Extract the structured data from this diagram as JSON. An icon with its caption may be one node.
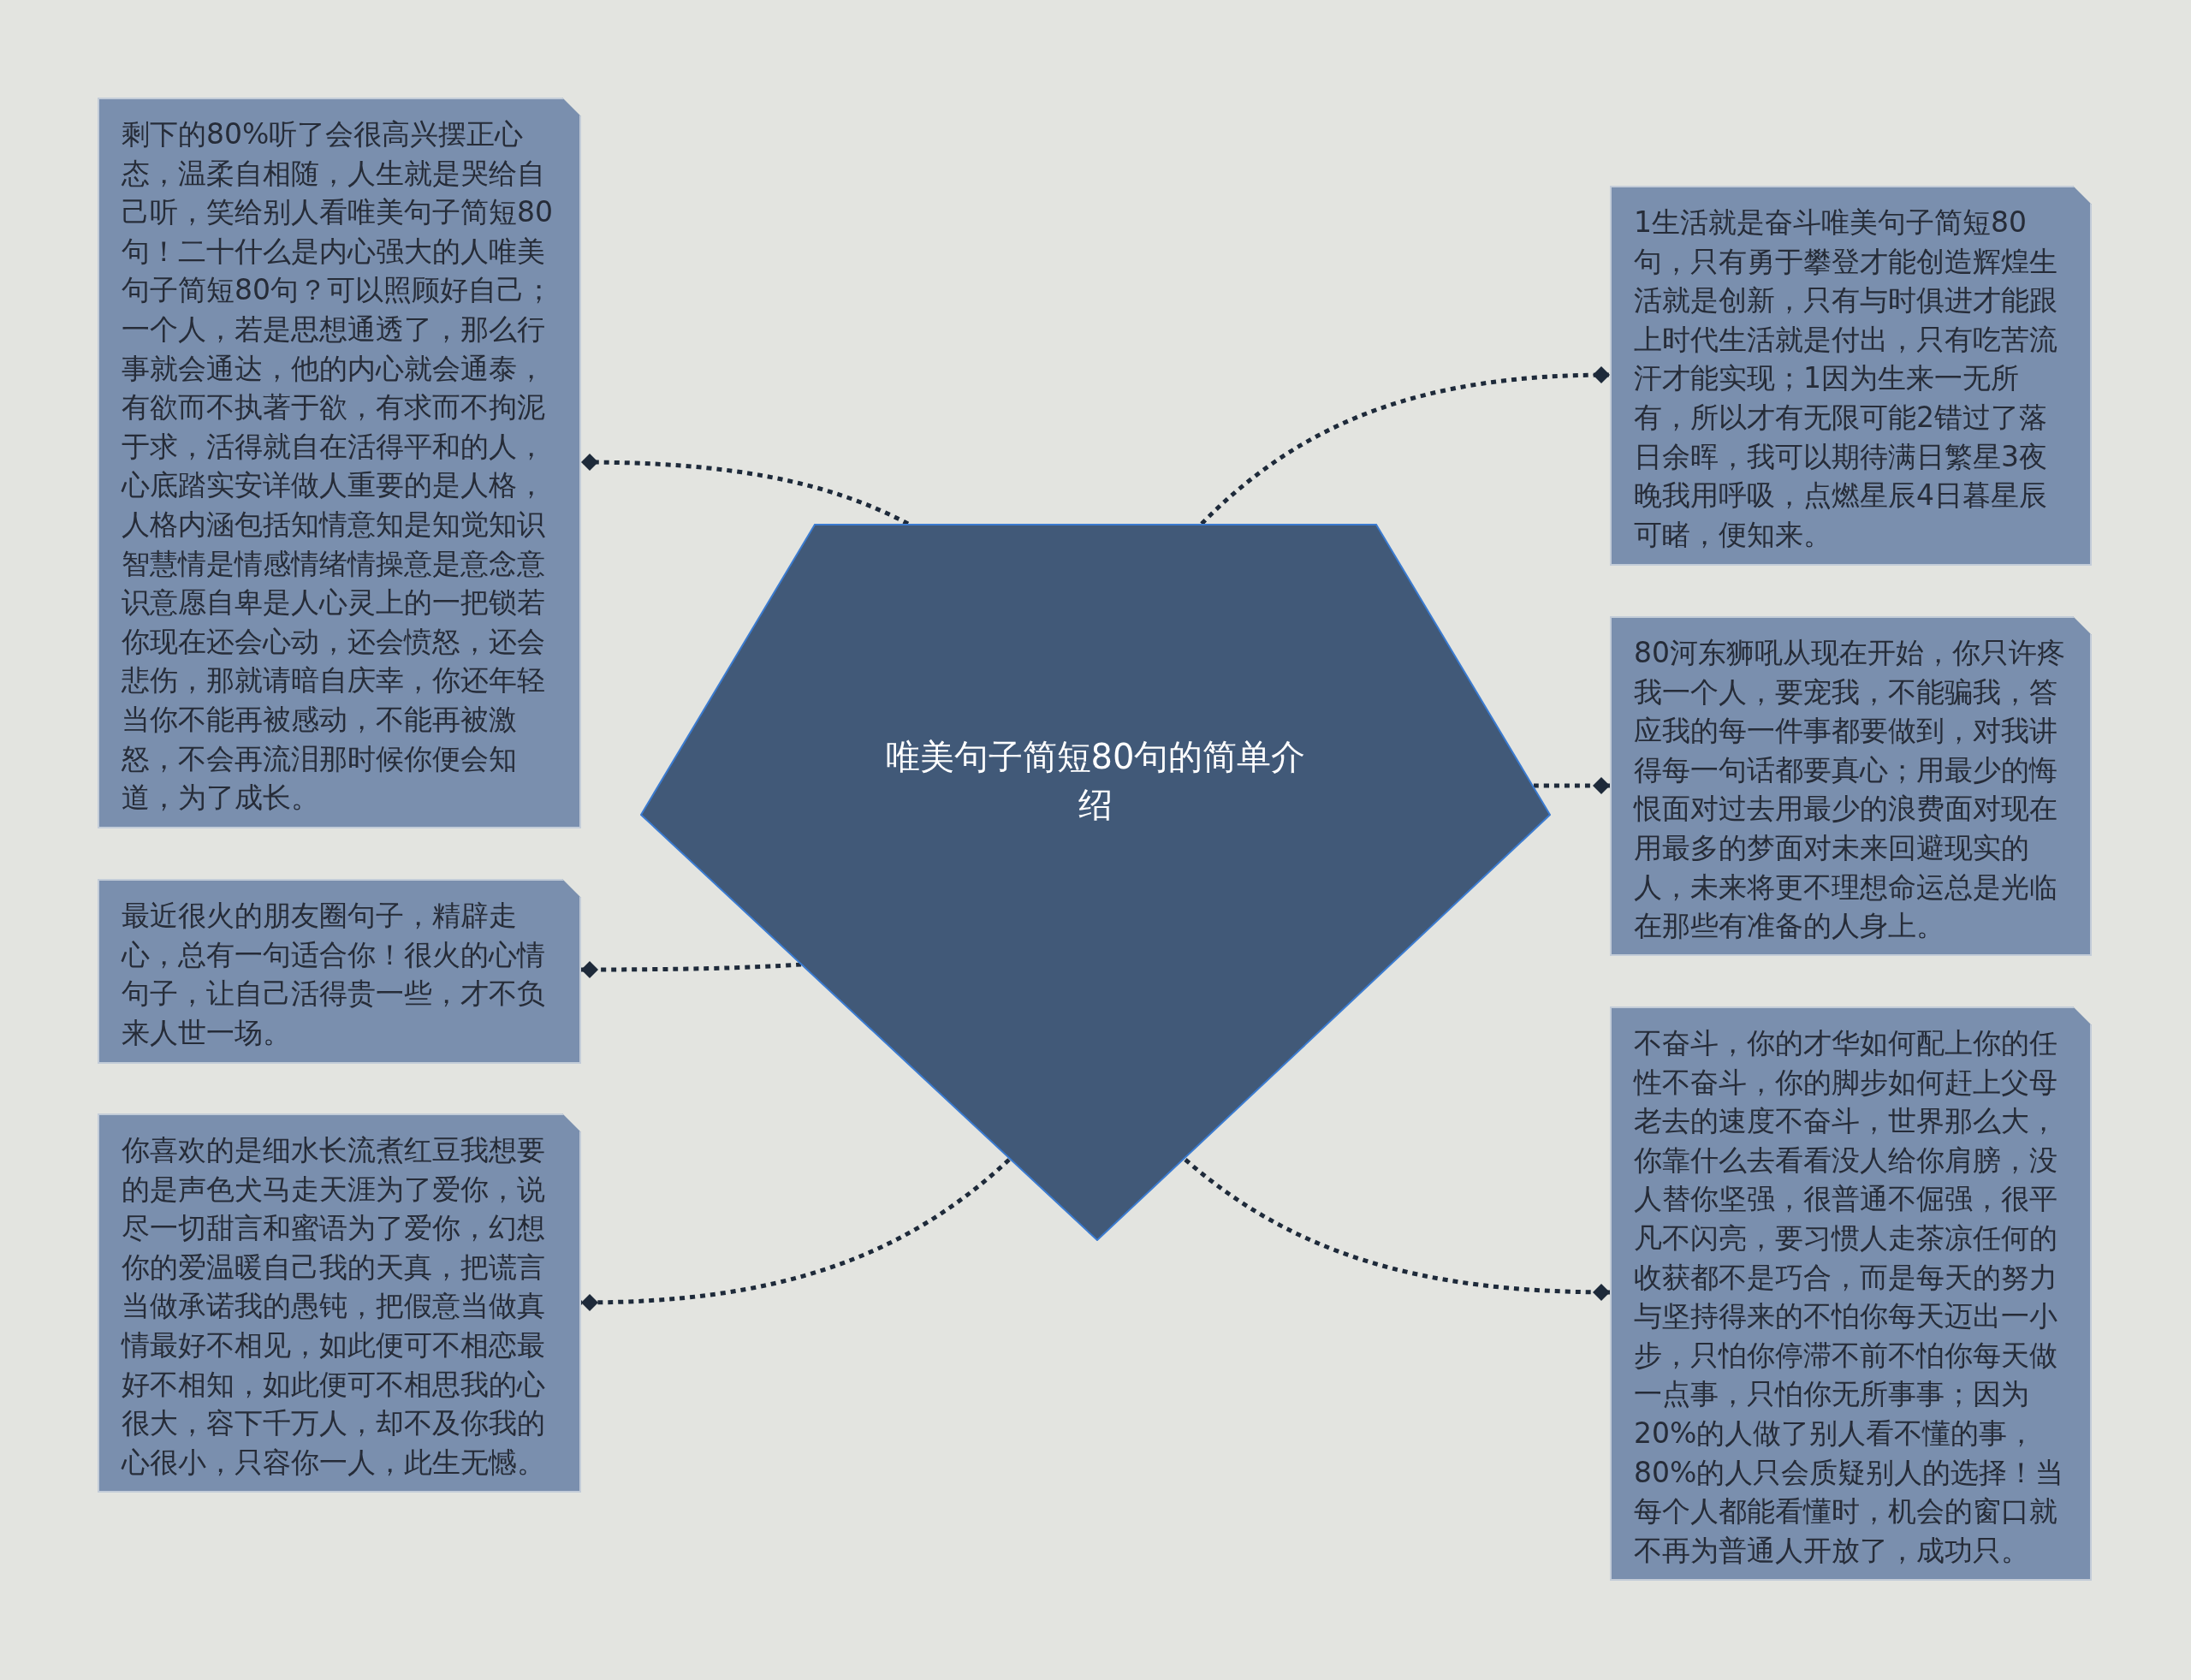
{
  "diagram": {
    "nodes": [
      {
        "text": [
          "唯美句子简短80句的简单介绍"
        ]
      },
      {
        "text": [
          "剩下的80%听了会很高兴摆正心态，温柔自相随，人生就是哭给自己听，笑给别人看唯美句子简短80句！二十什么是内心强大的人唯美句子简短80句？可以照顾好自己；一个人，若是思想通透了，那么行事就会通达，他的内心就会通泰，有欲而不执著于欲，有求而不拘泥于求，活得就自在活得平和的人，心底踏实安详做人重要的是人格，人格内涵包括知情意知是知觉知识智慧情是情感情绪情操意是意念意识意愿自卑是人心灵上的一把锁若你现在还会心动，还会愤怒，还会悲伤，那就请暗自庆幸，你还年轻当你不能再被感动，不能再被激怒，不会再流泪那时候你便会知道，为了成长。"
        ]
      },
      {
        "text": [
          "最近很火的朋友圈句子，精辟走心，总有一句适合你！很火的心情句子，让自己活得贵一些，才不负来人世一场。"
        ]
      },
      {
        "text": [
          "你喜欢的是细水长流煮红豆我想要的是声色犬马走天涯为了爱你，说尽一切甜言和蜜语为了爱你，幻想你的爱温暖自己我的天真，把谎言当做承诺我的愚钝，把假意当做真情最好不相见，如此便可不相恋最好不相知，如此便可不相思我的心很大，容下千万人，却不及你我的心很小，只容你一人，此生无憾。"
        ]
      },
      {
        "text": [
          "1生活就是奋斗唯美句子简短80句，只有勇于攀登才能创造辉煌生活就是创新，只有与时俱进才能跟上时代生活就是付出，只有吃苦流汗才能实现；1因为生来一无所有，所以才有无限可能2错过了落日余晖，我可以期待满日繁星3夜晚我用呼吸，点燃星辰4日暮星辰可睹，便知来。"
        ]
      },
      {
        "text": [
          "80河东狮吼从现在开始，你只许疼我一个人，要宠我，不能骗我，答应我的每一件事都要做到，对我讲得每一句话都要真心；用最少的悔恨面对过去用最少的浪费面对现在用最多的梦面对未来回避现实的人，未来将更不理想命运总是光临在那些有准备的人身上。"
        ]
      },
      {
        "text": [
          "不奋斗，你的才华如何配上你的任性不奋斗，你的脚步如何赶上父母老去的速度不奋斗，世界那么大，你靠什么去看看没人给你肩膀，没人替你坚强，很普通不倔强，很平凡不闪亮，要习惯人走茶凉任何的收获都不是巧合，而是每天的努力与坚持得来的不怕你每天迈出一小步，只怕你停滞不前不怕你每天做一点事，只怕你无所事事；因为20%的人做了别人看不懂的事，80%的人只会质疑别人的选择！当每个人都能看懂时，机会的窗口就不再为普通人开放了，成功只。"
        ]
      }
    ],
    "edges": [
      {
        "from": 0,
        "to": 1,
        "arrow": "other"
      },
      {
        "from": 0,
        "to": 2,
        "arrow": "other"
      },
      {
        "from": 0,
        "to": 3,
        "arrow": "other"
      },
      {
        "from": 0,
        "to": 4,
        "arrow": "other"
      },
      {
        "from": 0,
        "to": 5,
        "arrow": "other"
      },
      {
        "from": 0,
        "to": 6,
        "arrow": "other"
      }
    ]
  }
}
